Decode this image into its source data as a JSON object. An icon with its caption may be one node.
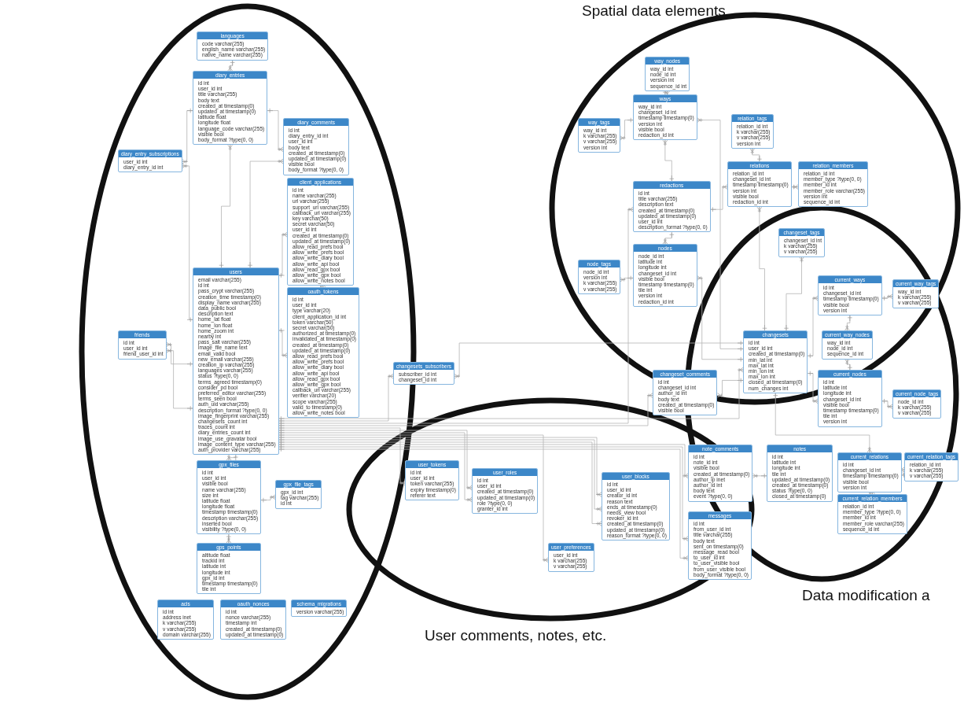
{
  "diagram": {
    "nodes": [
      {
        "text": [],
        "shape": "ellipse"
      },
      {
        "text": [
          "Spatial data elements"
        ]
      },
      {
        "text": [
          "User comments, notes, etc."
        ]
      },
      {
        "text": [
          "Data modification a"
        ]
      },
      {
        "text": [
          "languages",
          "code varchar(255)",
          "english_name varchar(255)",
          "native_name varchar(255)"
        ],
        "in": 0
      },
      {
        "text": [
          "diary_entry_subscriptions",
          "user_id int",
          "diary_entry_id int"
        ],
        "in": 0
      },
      {
        "text": [
          "diary_entries",
          "id int",
          "user_id int",
          "title varchar(255)",
          "body text",
          "created_at timestamp(0)",
          "updated_at timestamp(0)",
          "latitude float",
          "longitude float",
          "language_code varchar(255)",
          "visible bool",
          "body_format ?type(0, 0)"
        ],
        "in": 0
      },
      {
        "text": [
          "diary_comments",
          "id int",
          "diary_entry_id int",
          "user_id int",
          "body text",
          "created_at timestamp(0)",
          "updated_at timestamp(0)",
          "visible bool",
          "body_format ?type(0, 0)"
        ],
        "in": 0
      },
      {
        "text": [
          "client_applications",
          "id int",
          "name varchar(255)",
          "url varchar(255)",
          "support_url varchar(255)",
          "callback_url varchar(255)",
          "key varchar(50)",
          "secret varchar(50)",
          "user_id int",
          "created_at timestamp(0)",
          "updated_at timestamp(0)",
          "allow_read_prefs bool",
          "allow_write_prefs bool",
          "allow_write_diary bool",
          "allow_write_api bool",
          "allow_read_gpx bool",
          "allow_write_gpx bool",
          "allow_write_notes bool"
        ],
        "in": 0
      },
      {
        "text": [
          "oauth_tokens",
          "id int",
          "user_id int",
          "type varchar(20)",
          "client_application_id int",
          "token varchar(50)",
          "secret varchar(50)",
          "authorized_at timestamp(0)",
          "invalidated_at timestamp(0)",
          "created_at timestamp(0)",
          "updated_at timestamp(0)",
          "allow_read_prefs bool",
          "allow_write_prefs bool",
          "allow_write_diary bool",
          "allow_write_api bool",
          "allow_read_gpx bool",
          "allow_write_gpx bool",
          "callback_url varchar(255)",
          "verifier varchar(20)",
          "scope varchar(255)",
          "valid_to timestamp(0)",
          "allow_write_notes bool"
        ],
        "in": 0
      },
      {
        "text": [
          "changesets_subscribers",
          "subscriber_id int",
          "changeset_id int"
        ]
      },
      {
        "text": [
          "users",
          "email varchar(255)",
          "id int",
          "pass_crypt varchar(255)",
          "creation_time timestamp(0)",
          "display_name varchar(255)",
          "data_public bool",
          "description text",
          "home_lat float",
          "home_lon float",
          "home_zoom int",
          "nearby int",
          "pass_salt varchar(255)",
          "image_file_name text",
          "email_valid bool",
          "new_email varchar(255)",
          "creation_ip varchar(255)",
          "languages varchar(255)",
          "status ?type(0, 0)",
          "terms_agreed timestamp(0)",
          "consider_pd bool",
          "preferred_editor varchar(255)",
          "terms_seen bool",
          "auth_uid varchar(255)",
          "description_format ?type(0, 0)",
          "image_fingerprint varchar(255)",
          "changesets_count int",
          "traces_count int",
          "diary_entries_count int",
          "image_use_gravatar bool",
          "image_content_type varchar(255)",
          "auth_provider varchar(255)"
        ],
        "in": 0
      },
      {
        "text": [
          "friends",
          "id int",
          "user_id int",
          "friend_user_id int"
        ],
        "in": 0
      },
      {
        "text": [
          "gpx_files",
          "id int",
          "user_id int",
          "visible bool",
          "name varchar(255)",
          "size int",
          "latitude float",
          "longitude float",
          "timestamp timestamp(0)",
          "description varchar(255)",
          "inserted bool",
          "visibility ?type(0, 0)"
        ],
        "in": 0
      },
      {
        "text": [
          "gpx_file_tags",
          "gpx_id int",
          "tag varchar(255)",
          "id int"
        ],
        "in": 0
      },
      {
        "text": [
          "gps_points",
          "altitude float",
          "trackid int",
          "latitude int",
          "longitude int",
          "gpx_id int",
          "timestamp timestamp(0)",
          "tile int"
        ],
        "in": 0
      },
      {
        "text": [
          "acls",
          "id int",
          "address inet",
          "k varchar(255)",
          "v varchar(255)",
          "domain varchar(255)"
        ],
        "in": 0
      },
      {
        "text": [
          "oauth_nonces",
          "id int",
          "nonce varchar(255)",
          "timestamp int",
          "created_at timestamp(0)",
          "updated_at timestamp(0)"
        ],
        "in": 0
      },
      {
        "text": [
          "schema_migrations",
          "version varchar(255)"
        ],
        "in": 0
      },
      {
        "text": [
          "user_tokens",
          "id int",
          "user_id int",
          "token varchar(255)",
          "expiry timestamp(0)",
          "referer text"
        ],
        "in": 2
      },
      {
        "text": [
          "user_roles",
          "id int",
          "user_id int",
          "created_at timestamp(0)",
          "updated_at timestamp(0)",
          "role ?type(0, 0)",
          "granter_id int"
        ],
        "in": 2
      },
      {
        "text": [
          "user_preferences",
          "user_id int",
          "k varchar(255)",
          "v varchar(255)"
        ],
        "in": 2
      },
      {
        "text": [
          "user_blocks",
          "id int",
          "user_id int",
          "creator_id int",
          "reason text",
          "ends_at timestamp(0)",
          "needs_view bool",
          "revoker_id int",
          "created_at timestamp(0)",
          "updated_at timestamp(0)",
          "reason_format ?type(0, 0)"
        ],
        "in": 2
      },
      {
        "text": [
          "changeset_comments",
          "id int",
          "changeset_id int",
          "author_id int",
          "body text",
          "created_at timestamp(0)",
          "visible bool"
        ]
      },
      {
        "text": [
          "note_comments",
          "id int",
          "note_id int",
          "visible bool",
          "created_at timestamp(0)",
          "author_ip inet",
          "author_id int",
          "body text",
          "event ?type(0, 0)"
        ]
      },
      {
        "text": [
          "notes",
          "id int",
          "latitude int",
          "longitude int",
          "tile int",
          "updated_at timestamp(0)",
          "created_at timestamp(0)",
          "status ?type(0, 0)",
          "closed_at timestamp(0)"
        ],
        "in": 3
      },
      {
        "text": [
          "messages",
          "id int",
          "from_user_id int",
          "title varchar(255)",
          "body text",
          "sent_on timestamp(0)",
          "message_read bool",
          "to_user_id int",
          "to_user_visible bool",
          "from_user_visible bool",
          "body_format ?type(0, 0)"
        ],
        "in": 2
      },
      {
        "text": [
          "way_nodes",
          "way_id int",
          "node_id int",
          "version int",
          "sequence_id int"
        ],
        "in": 1
      },
      {
        "text": [
          "way_tags",
          "way_id int",
          "k varchar(255)",
          "v varchar(255)",
          "version int"
        ],
        "in": 1
      },
      {
        "text": [
          "ways",
          "way_id int",
          "changeset_id int",
          "timestamp timestamp(0)",
          "version int",
          "visible bool",
          "redaction_id int"
        ],
        "in": 1
      },
      {
        "text": [
          "relation_tags",
          "relation_id int",
          "k varchar(255)",
          "v varchar(255)",
          "version int"
        ],
        "in": 1
      },
      {
        "text": [
          "relations",
          "relation_id int",
          "changeset_id int",
          "timestamp timestamp(0)",
          "version int",
          "visible bool",
          "redaction_id int"
        ],
        "in": 1
      },
      {
        "text": [
          "relation_members",
          "relation_id int",
          "member_type ?type(0, 0)",
          "member_id int",
          "member_role varchar(255)",
          "version int",
          "sequence_id int"
        ],
        "in": 1
      },
      {
        "text": [
          "redactions",
          "id int",
          "title varchar(255)",
          "description text",
          "created_at timestamp(0)",
          "updated_at timestamp(0)",
          "user_id int",
          "description_format ?type(0, 0)"
        ],
        "in": 1
      },
      {
        "text": [
          "changeset_tags",
          "changeset_id int",
          "k varchar(255)",
          "v varchar(255)"
        ]
      },
      {
        "text": [
          "node_tags",
          "node_id int",
          "version int",
          "k varchar(255)",
          "v varchar(255)"
        ],
        "in": 1
      },
      {
        "text": [
          "nodes",
          "node_id int",
          "latitude int",
          "longitude int",
          "changeset_id int",
          "visible bool",
          "timestamp timestamp(0)",
          "tile int",
          "version int",
          "redaction_id int"
        ],
        "in": 1
      },
      {
        "text": [
          "current_ways",
          "id int",
          "changeset_id int",
          "timestamp timestamp(0)",
          "visible bool",
          "version int"
        ]
      },
      {
        "text": [
          "current_way_tags",
          "way_id int",
          "k varchar(255)",
          "v varchar(255)"
        ]
      },
      {
        "text": [
          "current_way_nodes",
          "way_id int",
          "node_id int",
          "sequence_id int"
        ]
      },
      {
        "text": [
          "changesets",
          "id int",
          "user_id int",
          "created_at timestamp(0)",
          "min_lat int",
          "max_lat int",
          "min_lon int",
          "max_lon int",
          "closed_at timestamp(0)",
          "num_changes int"
        ]
      },
      {
        "text": [
          "current_nodes",
          "id int",
          "latitude int",
          "longitude int",
          "changeset_id int",
          "visible bool",
          "timestamp timestamp(0)",
          "tile int",
          "version int"
        ],
        "in": 3
      },
      {
        "text": [
          "current_node_tags",
          "node_id int",
          "k varchar(255)",
          "v varchar(255)"
        ],
        "in": 3
      },
      {
        "text": [
          "current_relations",
          "id int",
          "changeset_id int",
          "timestamp timestamp(0)",
          "visible bool",
          "version int"
        ],
        "in": 3
      },
      {
        "text": [
          "current_relation_tags",
          "relation_id int",
          "k varchar(255)",
          "v varchar(255)"
        ],
        "in": 3
      },
      {
        "text": [
          "current_relation_members",
          "relation_id int",
          "member_type ?type(0, 0)",
          "member_id int",
          "member_role varchar(255)",
          "sequence_id int"
        ],
        "in": 3
      }
    ],
    "edges": [
      {
        "from": 6,
        "to": 4,
        "arrow": "other"
      },
      {
        "from": 5,
        "to": 6,
        "arrow": "other"
      },
      {
        "from": 7,
        "to": 6,
        "arrow": "other"
      },
      {
        "from": 5,
        "to": 11,
        "arrow": "other"
      },
      {
        "from": 6,
        "to": 11,
        "arrow": "other"
      },
      {
        "from": 7,
        "to": 11,
        "arrow": "other"
      },
      {
        "from": 8,
        "to": 11,
        "arrow": "other"
      },
      {
        "from": 9,
        "to": 8,
        "arrow": "other"
      },
      {
        "from": 9,
        "to": 11,
        "arrow": "other"
      },
      {
        "from": 10,
        "to": 11,
        "arrow": "other"
      },
      {
        "from": 10,
        "to": 40,
        "arrow": "other"
      },
      {
        "from": 12,
        "to": 11,
        "arrow": "other"
      },
      {
        "from": 12,
        "to": 11,
        "arrow": "other"
      },
      {
        "from": 13,
        "to": 11,
        "arrow": "other"
      },
      {
        "from": 14,
        "to": 13,
        "arrow": "other"
      },
      {
        "from": 15,
        "to": 13,
        "arrow": "other"
      },
      {
        "from": 19,
        "to": 11,
        "arrow": "other"
      },
      {
        "from": 20,
        "to": 11,
        "arrow": "other"
      },
      {
        "from": 20,
        "to": 11,
        "arrow": "other"
      },
      {
        "from": 21,
        "to": 11,
        "arrow": "other"
      },
      {
        "from": 22,
        "to": 11,
        "arrow": "other"
      },
      {
        "from": 22,
        "to": 11,
        "arrow": "other"
      },
      {
        "from": 22,
        "to": 11,
        "arrow": "other"
      },
      {
        "from": 23,
        "to": 11,
        "arrow": "other"
      },
      {
        "from": 23,
        "to": 40,
        "arrow": "other"
      },
      {
        "from": 24,
        "to": 11,
        "arrow": "other"
      },
      {
        "from": 24,
        "to": 25,
        "arrow": "other"
      },
      {
        "from": 26,
        "to": 11,
        "arrow": "other"
      },
      {
        "from": 26,
        "to": 11,
        "arrow": "other"
      },
      {
        "from": 33,
        "to": 11,
        "arrow": "other"
      },
      {
        "from": 40,
        "to": 11,
        "arrow": "other"
      },
      {
        "from": 27,
        "to": 29,
        "arrow": "other"
      },
      {
        "from": 28,
        "to": 29,
        "arrow": "other"
      },
      {
        "from": 29,
        "to": 33,
        "arrow": "other"
      },
      {
        "from": 29,
        "to": 40,
        "arrow": "other"
      },
      {
        "from": 30,
        "to": 31,
        "arrow": "other"
      },
      {
        "from": 31,
        "to": 33,
        "arrow": "other"
      },
      {
        "from": 31,
        "to": 40,
        "arrow": "other"
      },
      {
        "from": 32,
        "to": 31,
        "arrow": "other"
      },
      {
        "from": 36,
        "to": 33,
        "arrow": "other"
      },
      {
        "from": 35,
        "to": 36,
        "arrow": "other"
      },
      {
        "from": 36,
        "to": 40,
        "arrow": "other"
      },
      {
        "from": 34,
        "to": 40,
        "arrow": "other"
      },
      {
        "from": 37,
        "to": 40,
        "arrow": "other"
      },
      {
        "from": 38,
        "to": 37,
        "arrow": "other"
      },
      {
        "from": 39,
        "to": 37,
        "arrow": "other"
      },
      {
        "from": 39,
        "to": 41,
        "arrow": "other"
      },
      {
        "from": 41,
        "to": 40,
        "arrow": "other"
      },
      {
        "from": 42,
        "to": 41,
        "arrow": "other"
      },
      {
        "from": 43,
        "to": 40,
        "arrow": "other"
      },
      {
        "from": 45,
        "to": 43,
        "arrow": "other"
      },
      {
        "from": 44,
        "to": 43,
        "arrow": "other"
      }
    ]
  }
}
